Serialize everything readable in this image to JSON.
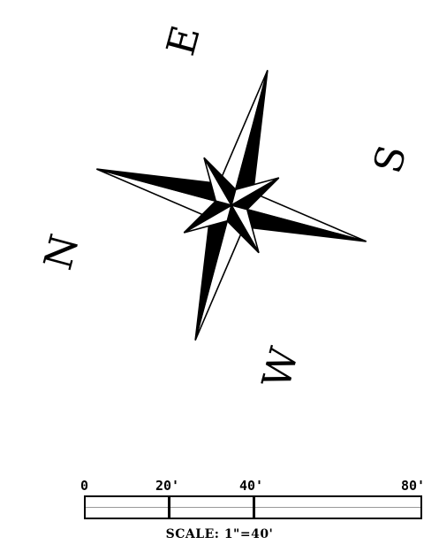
{
  "compass": {
    "labels": {
      "north": "N",
      "east": "E",
      "south": "S",
      "west": "W"
    },
    "rotation_deg": -75,
    "colors": {
      "ink": "#000000",
      "paper": "#ffffff"
    }
  },
  "scale_bar": {
    "ticks": [
      "0",
      "20'",
      "40'",
      "80'"
    ],
    "text": "SCALE: 1\"=40'"
  }
}
